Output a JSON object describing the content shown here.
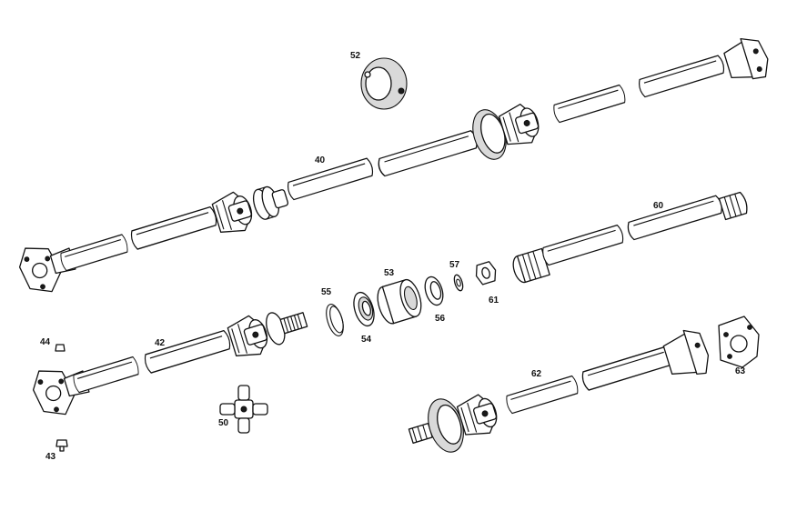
{
  "colors": {
    "ink": "#111111",
    "paper": "#ffffff",
    "shade": "#d9d9d9"
  },
  "labels": {
    "l40": "40",
    "l42": "42",
    "l43": "43",
    "l44": "44",
    "l50": "50",
    "l52": "52",
    "l53": "53",
    "l54": "54",
    "l55": "55",
    "l56": "56",
    "l57": "57",
    "l60": "60",
    "l61": "61",
    "l62": "62",
    "l63": "63"
  }
}
